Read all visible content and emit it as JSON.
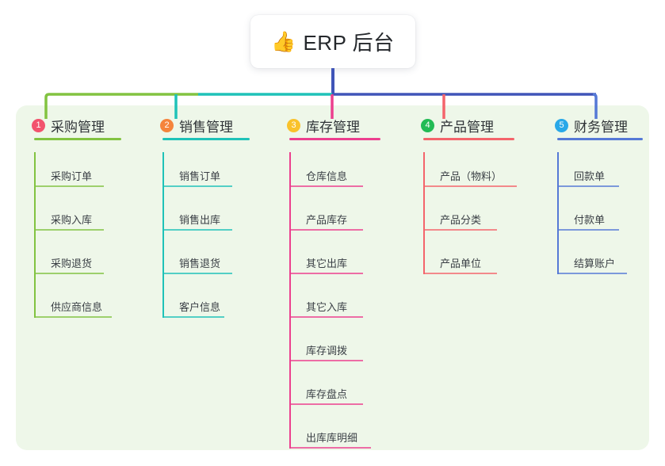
{
  "diagram": {
    "type": "mind-map",
    "root": {
      "icon": "thumbs-up-icon",
      "emoji": "👍",
      "label": "ERP 后台"
    },
    "panel_color": "#eef7e9",
    "background_color": "#ffffff",
    "branches": [
      {
        "number": "1",
        "label": "采购管理",
        "badge_color": "#f2536d",
        "line_color": "#82c341",
        "items": [
          "采购订单",
          "采购入库",
          "采购退货",
          "供应商信息"
        ]
      },
      {
        "number": "2",
        "label": "销售管理",
        "badge_color": "#f5843c",
        "line_color": "#1fc2b8",
        "items": [
          "销售订单",
          "销售出库",
          "销售退货",
          "客户信息"
        ]
      },
      {
        "number": "3",
        "label": "库存管理",
        "badge_color": "#f9c22b",
        "line_color": "#ec3f8e",
        "items": [
          "仓库信息",
          "产品库存",
          "其它出库",
          "其它入库",
          "库存调拨",
          "库存盘点",
          "出库库明细"
        ]
      },
      {
        "number": "4",
        "label": "产品管理",
        "badge_color": "#22bb55",
        "line_color": "#f4646b",
        "items": [
          "产品（物料）",
          "产品分类",
          "产品单位"
        ]
      },
      {
        "number": "5",
        "label": "财务管理",
        "badge_color": "#29a8e8",
        "line_color": "#5579d6",
        "items": [
          "回款单",
          "付款单",
          "结算账户"
        ]
      }
    ],
    "trunk": {
      "color": "#4055b8",
      "segments": [
        {
          "color": "#82c341",
          "from": 87,
          "to": 250
        },
        {
          "color": "#1fc2b8",
          "from": 250,
          "to": 419
        },
        {
          "color": "#4055b8",
          "from": 419,
          "to": 752
        }
      ]
    }
  }
}
